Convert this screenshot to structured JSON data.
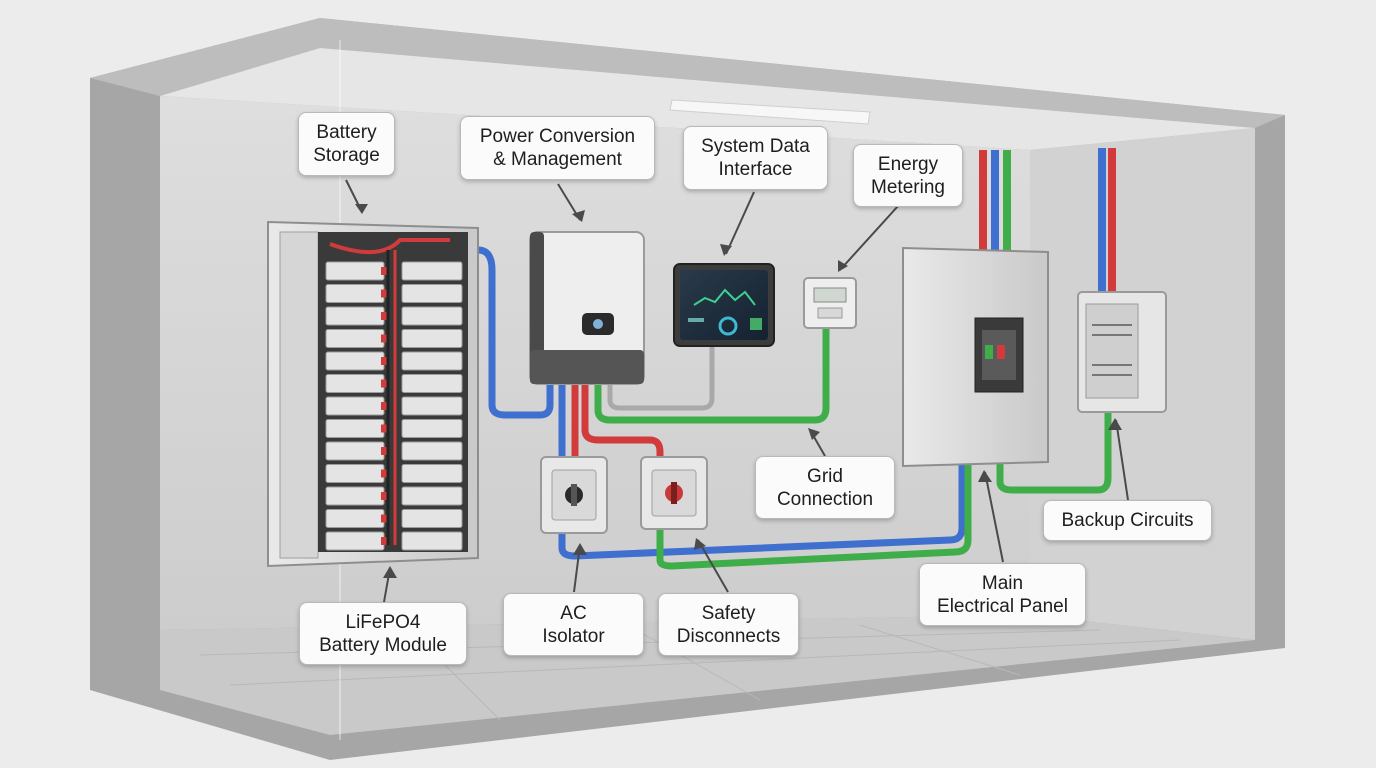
{
  "labels": {
    "battery_storage": [
      "Battery",
      "Storage"
    ],
    "power_conversion": [
      "Power Conversion",
      "& Management"
    ],
    "system_data": [
      "System Data",
      "Interface"
    ],
    "energy_metering": [
      "Energy",
      "Metering"
    ],
    "grid_connection": [
      "Grid",
      "Connection"
    ],
    "backup_circuits": [
      "Backup Circuits"
    ],
    "main_panel": [
      "Main",
      "Electrical Panel"
    ],
    "safety_disconnects": [
      "Safety",
      "Disconnects"
    ],
    "ac_isolator": [
      "AC",
      "Isolator"
    ],
    "lifepo4_module": [
      "LiFePO4",
      "Battery Module"
    ]
  },
  "colors": {
    "wire_blue": "#3f6fcf",
    "wire_red": "#d23b3b",
    "wire_green": "#3fae4a",
    "wire_grey": "#a9a9a9",
    "wall": "#d9d9d9",
    "floor": "#cfcfcf",
    "concrete_frame": "#9d9d9d",
    "callout_bg": "#fbfbfb",
    "callout_border": "#b9b9b9"
  },
  "icons": {
    "inverter_display": "inverter-display-icon",
    "isolator_knob": "rotary-knob-icon",
    "breaker": "breaker-icon"
  }
}
